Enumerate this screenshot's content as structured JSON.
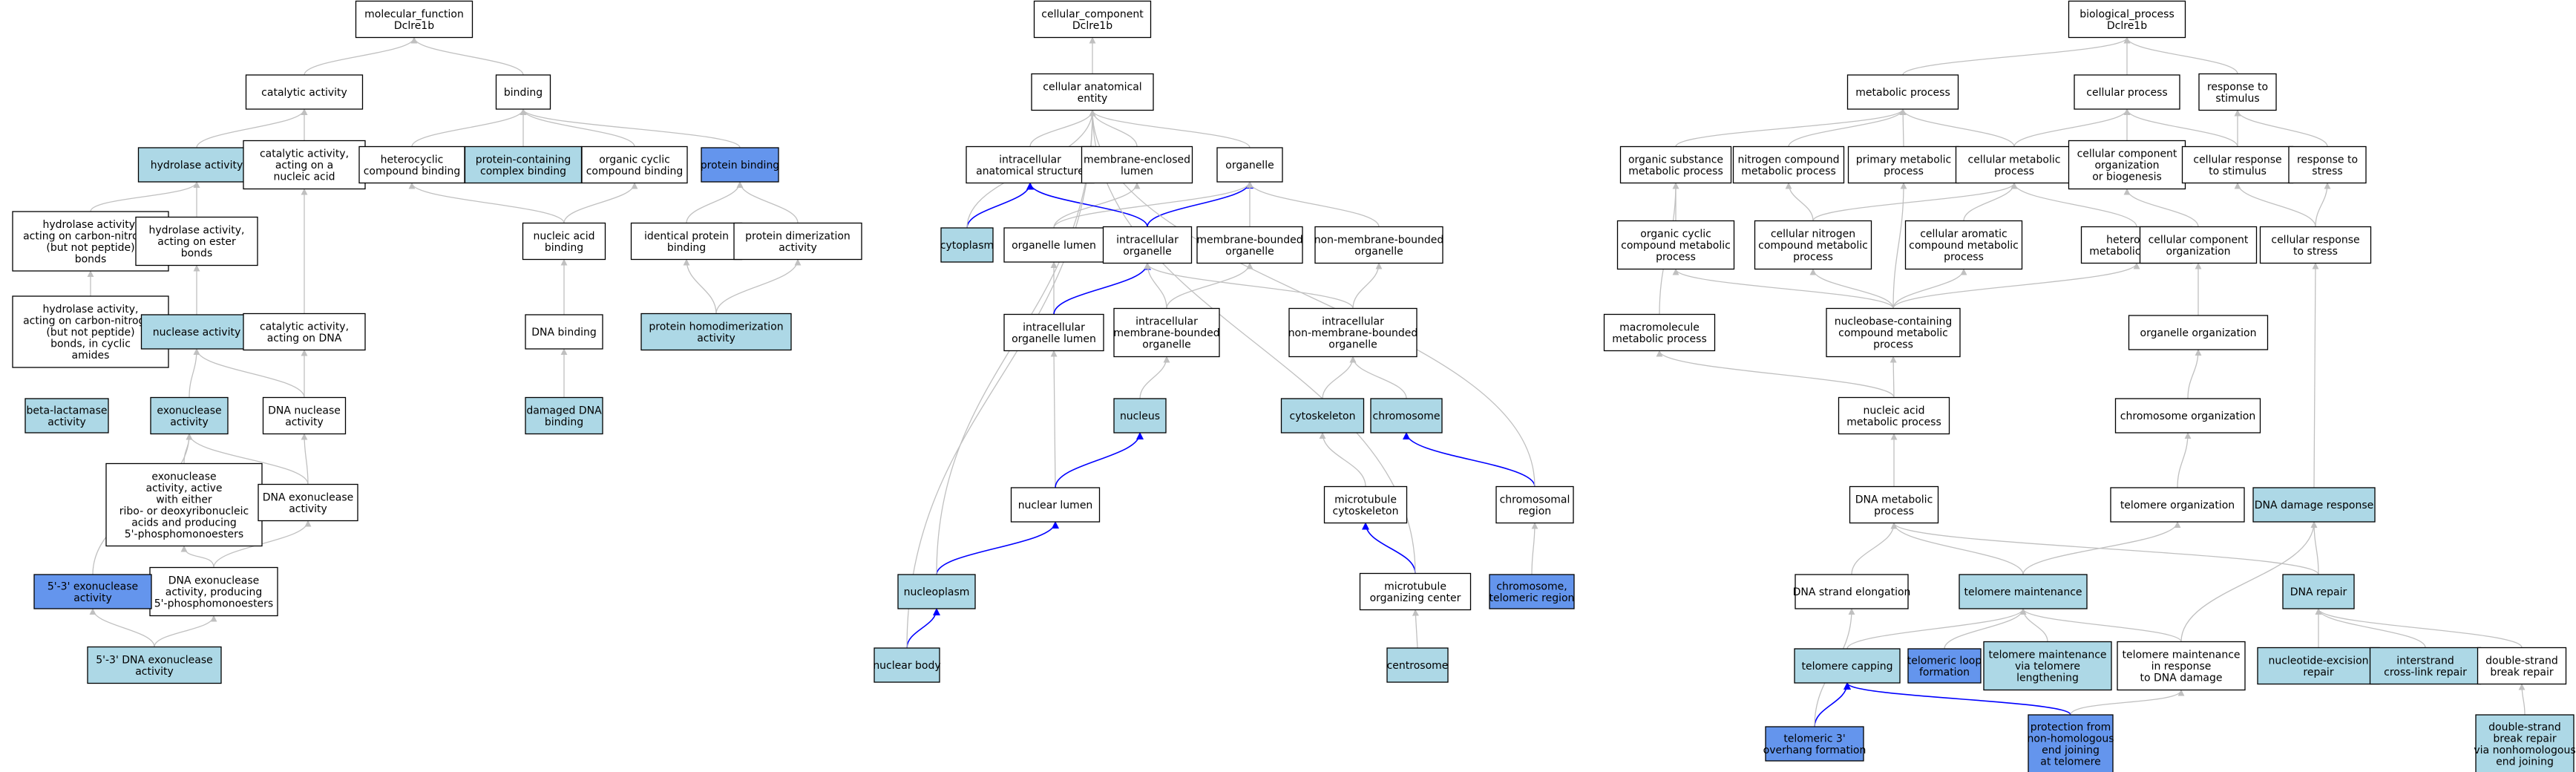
{
  "colors": {
    "plain": "#ffffff",
    "light": "#add8e6",
    "dark": "#6495ed",
    "edge_gray": "#c0c0c0",
    "edge_blue": "#0000ff"
  },
  "nodes": [
    {
      "id": "mf",
      "lines": [
        "molecular_function",
        "Dclre1b"
      ],
      "fill": "plain"
    },
    {
      "id": "cat",
      "lines": [
        "catalytic activity"
      ],
      "fill": "plain"
    },
    {
      "id": "bind",
      "lines": [
        "binding"
      ],
      "fill": "plain"
    },
    {
      "id": "hydro",
      "lines": [
        "hydrolase activity"
      ],
      "fill": "light"
    },
    {
      "id": "catna",
      "lines": [
        "catalytic activity,",
        "acting on a",
        "nucleic acid"
      ],
      "fill": "plain"
    },
    {
      "id": "hetcb",
      "lines": [
        "heterocyclic",
        "compound binding"
      ],
      "fill": "plain"
    },
    {
      "id": "pccb",
      "lines": [
        "protein-containing",
        "complex binding"
      ],
      "fill": "light"
    },
    {
      "id": "occb",
      "lines": [
        "organic cyclic",
        "compound binding"
      ],
      "fill": "plain"
    },
    {
      "id": "pb",
      "lines": [
        "protein binding"
      ],
      "fill": "dark"
    },
    {
      "id": "hcn",
      "lines": [
        "hydrolase activity,",
        "acting on carbon-nitrogen",
        "(but not peptide)",
        "bonds"
      ],
      "fill": "plain"
    },
    {
      "id": "hest",
      "lines": [
        "hydrolase activity,",
        "acting on ester",
        "bonds"
      ],
      "fill": "plain"
    },
    {
      "id": "nab",
      "lines": [
        "nucleic acid",
        "binding"
      ],
      "fill": "plain"
    },
    {
      "id": "ipb",
      "lines": [
        "identical protein",
        "binding"
      ],
      "fill": "plain"
    },
    {
      "id": "pdim",
      "lines": [
        "protein dimerization",
        "activity"
      ],
      "fill": "plain"
    },
    {
      "id": "hcnc",
      "lines": [
        "hydrolase activity,",
        "acting on carbon-nitrogen",
        "(but not peptide)",
        "bonds, in cyclic",
        "amides"
      ],
      "fill": "plain"
    },
    {
      "id": "nuc",
      "lines": [
        "nuclease activity"
      ],
      "fill": "light"
    },
    {
      "id": "catdna",
      "lines": [
        "catalytic activity,",
        "acting on DNA"
      ],
      "fill": "plain"
    },
    {
      "id": "dnab",
      "lines": [
        "DNA binding"
      ],
      "fill": "plain"
    },
    {
      "id": "phd",
      "lines": [
        "protein homodimerization",
        "activity"
      ],
      "fill": "light"
    },
    {
      "id": "blac",
      "lines": [
        "beta-lactamase",
        "activity"
      ],
      "fill": "light"
    },
    {
      "id": "exo",
      "lines": [
        "exonuclease",
        "activity"
      ],
      "fill": "light"
    },
    {
      "id": "dnanuc",
      "lines": [
        "DNA nuclease",
        "activity"
      ],
      "fill": "plain"
    },
    {
      "id": "ddnab",
      "lines": [
        "damaged DNA",
        "binding"
      ],
      "fill": "light"
    },
    {
      "id": "exo2",
      "lines": [
        "exonuclease",
        "activity, active",
        "with either",
        "ribo- or deoxyribonucleic",
        "acids and producing",
        "5'-phosphomonoesters"
      ],
      "fill": "plain"
    },
    {
      "id": "dnaexo",
      "lines": [
        "DNA exonuclease",
        "activity"
      ],
      "fill": "plain"
    },
    {
      "id": "dnaexop",
      "lines": [
        "DNA exonuclease",
        "activity, producing",
        "5'-phosphomonoesters"
      ],
      "fill": "plain"
    },
    {
      "id": "exo53",
      "lines": [
        "5'-3' exonuclease",
        "activity"
      ],
      "fill": "dark"
    },
    {
      "id": "dnaexo53",
      "lines": [
        "5'-3' DNA exonuclease",
        "activity"
      ],
      "fill": "light"
    },
    {
      "id": "cc",
      "lines": [
        "cellular_component",
        "Dclre1b"
      ],
      "fill": "plain"
    },
    {
      "id": "cae",
      "lines": [
        "cellular anatomical",
        "entity"
      ],
      "fill": "plain"
    },
    {
      "id": "ias",
      "lines": [
        "intracellular",
        "anatomical structure"
      ],
      "fill": "plain"
    },
    {
      "id": "mel",
      "lines": [
        "membrane-enclosed",
        "lumen"
      ],
      "fill": "plain"
    },
    {
      "id": "org",
      "lines": [
        "organelle"
      ],
      "fill": "plain"
    },
    {
      "id": "cyto",
      "lines": [
        "cytoplasm"
      ],
      "fill": "light"
    },
    {
      "id": "orgl",
      "lines": [
        "organelle lumen"
      ],
      "fill": "plain"
    },
    {
      "id": "io",
      "lines": [
        "intracellular",
        "organelle"
      ],
      "fill": "plain"
    },
    {
      "id": "mbo",
      "lines": [
        "membrane-bounded",
        "organelle"
      ],
      "fill": "plain"
    },
    {
      "id": "nmbo",
      "lines": [
        "non-membrane-bounded",
        "organelle"
      ],
      "fill": "plain"
    },
    {
      "id": "iol",
      "lines": [
        "intracellular",
        "organelle lumen"
      ],
      "fill": "plain"
    },
    {
      "id": "imbo",
      "lines": [
        "intracellular",
        "membrane-bounded",
        "organelle"
      ],
      "fill": "plain"
    },
    {
      "id": "inmbo",
      "lines": [
        "intracellular",
        "non-membrane-bounded",
        "organelle"
      ],
      "fill": "plain"
    },
    {
      "id": "nucleus",
      "lines": [
        "nucleus"
      ],
      "fill": "light"
    },
    {
      "id": "cytosk",
      "lines": [
        "cytoskeleton"
      ],
      "fill": "light"
    },
    {
      "id": "chrom",
      "lines": [
        "chromosome"
      ],
      "fill": "light"
    },
    {
      "id": "nlumen",
      "lines": [
        "nuclear lumen"
      ],
      "fill": "plain"
    },
    {
      "id": "mtcs",
      "lines": [
        "microtubule",
        "cytoskeleton"
      ],
      "fill": "plain"
    },
    {
      "id": "chrreg",
      "lines": [
        "chromosomal",
        "region"
      ],
      "fill": "plain"
    },
    {
      "id": "nucpl",
      "lines": [
        "nucleoplasm"
      ],
      "fill": "light"
    },
    {
      "id": "mtoc",
      "lines": [
        "microtubule",
        "organizing center"
      ],
      "fill": "plain"
    },
    {
      "id": "ctr",
      "lines": [
        "chromosome,",
        "telomeric region"
      ],
      "fill": "dark"
    },
    {
      "id": "nbody",
      "lines": [
        "nuclear body"
      ],
      "fill": "light"
    },
    {
      "id": "centro",
      "lines": [
        "centrosome"
      ],
      "fill": "light"
    },
    {
      "id": "bp",
      "lines": [
        "biological_process",
        "Dclre1b"
      ],
      "fill": "plain"
    },
    {
      "id": "metp",
      "lines": [
        "metabolic process"
      ],
      "fill": "plain"
    },
    {
      "id": "cellp",
      "lines": [
        "cellular process"
      ],
      "fill": "plain"
    },
    {
      "id": "rstim",
      "lines": [
        "response to",
        "stimulus"
      ],
      "fill": "plain"
    },
    {
      "id": "osmp",
      "lines": [
        "organic substance",
        "metabolic process"
      ],
      "fill": "plain"
    },
    {
      "id": "ncmp",
      "lines": [
        "nitrogen compound",
        "metabolic process"
      ],
      "fill": "plain"
    },
    {
      "id": "pmp",
      "lines": [
        "primary metabolic",
        "process"
      ],
      "fill": "plain"
    },
    {
      "id": "cmp",
      "lines": [
        "cellular metabolic",
        "process"
      ],
      "fill": "plain"
    },
    {
      "id": "ccob",
      "lines": [
        "cellular component",
        "organization",
        "or biogenesis"
      ],
      "fill": "plain"
    },
    {
      "id": "crstim",
      "lines": [
        "cellular response",
        "to stimulus"
      ],
      "fill": "plain"
    },
    {
      "id": "rstress",
      "lines": [
        "response to",
        "stress"
      ],
      "fill": "plain"
    },
    {
      "id": "occmp",
      "lines": [
        "organic cyclic",
        "compound metabolic",
        "process"
      ],
      "fill": "plain"
    },
    {
      "id": "cncmp",
      "lines": [
        "cellular nitrogen",
        "compound metabolic",
        "process"
      ],
      "fill": "plain"
    },
    {
      "id": "cacmp",
      "lines": [
        "cellular aromatic",
        "compound metabolic",
        "process"
      ],
      "fill": "plain"
    },
    {
      "id": "hmp",
      "lines": [
        "heterocycle",
        "metabolic process"
      ],
      "fill": "plain"
    },
    {
      "id": "cco",
      "lines": [
        "cellular component",
        "organization"
      ],
      "fill": "plain"
    },
    {
      "id": "crstress",
      "lines": [
        "cellular response",
        "to stress"
      ],
      "fill": "plain"
    },
    {
      "id": "mmp",
      "lines": [
        "macromolecule",
        "metabolic process"
      ],
      "fill": "plain"
    },
    {
      "id": "nbcmp",
      "lines": [
        "nucleobase-containing",
        "compound metabolic",
        "process"
      ],
      "fill": "plain"
    },
    {
      "id": "orgorg",
      "lines": [
        "organelle organization"
      ],
      "fill": "plain"
    },
    {
      "id": "namp",
      "lines": [
        "nucleic acid",
        "metabolic process"
      ],
      "fill": "plain"
    },
    {
      "id": "chrorg",
      "lines": [
        "chromosome organization"
      ],
      "fill": "plain"
    },
    {
      "id": "dnamp",
      "lines": [
        "DNA metabolic",
        "process"
      ],
      "fill": "plain"
    },
    {
      "id": "telorg",
      "lines": [
        "telomere organization"
      ],
      "fill": "plain"
    },
    {
      "id": "ddr",
      "lines": [
        "DNA damage response"
      ],
      "fill": "light"
    },
    {
      "id": "dnase",
      "lines": [
        "DNA strand elongation"
      ],
      "fill": "plain"
    },
    {
      "id": "telm",
      "lines": [
        "telomere maintenance"
      ],
      "fill": "light"
    },
    {
      "id": "dnarep",
      "lines": [
        "DNA repair"
      ],
      "fill": "light"
    },
    {
      "id": "telcap",
      "lines": [
        "telomere capping"
      ],
      "fill": "light"
    },
    {
      "id": "tloop",
      "lines": [
        "telomeric loop",
        "formation"
      ],
      "fill": "dark"
    },
    {
      "id": "tmtl",
      "lines": [
        "telomere maintenance",
        "via telomere",
        "lengthening"
      ],
      "fill": "light"
    },
    {
      "id": "tmrdd",
      "lines": [
        "telomere maintenance",
        "in response",
        "to DNA damage"
      ],
      "fill": "plain"
    },
    {
      "id": "ner",
      "lines": [
        "nucleotide-excision",
        "repair"
      ],
      "fill": "light"
    },
    {
      "id": "icl",
      "lines": [
        "interstrand",
        "cross-link repair"
      ],
      "fill": "light"
    },
    {
      "id": "dsbr",
      "lines": [
        "double-strand",
        "break repair"
      ],
      "fill": "plain"
    },
    {
      "id": "t3o",
      "lines": [
        "telomeric 3'",
        "overhang formation"
      ],
      "fill": "dark"
    },
    {
      "id": "pnhej",
      "lines": [
        "protection from",
        "non-homologous",
        "end joining",
        "at telomere"
      ],
      "fill": "dark"
    },
    {
      "id": "dsbnhej",
      "lines": [
        "double-strand",
        "break repair",
        "via nonhomologous",
        "end joining"
      ],
      "fill": "light"
    }
  ],
  "edges": [
    [
      "cat",
      "mf",
      "g"
    ],
    [
      "bind",
      "mf",
      "g"
    ],
    [
      "hydro",
      "cat",
      "g"
    ],
    [
      "catna",
      "cat",
      "g"
    ],
    [
      "hetcb",
      "bind",
      "g"
    ],
    [
      "pccb",
      "bind",
      "g"
    ],
    [
      "occb",
      "bind",
      "g"
    ],
    [
      "pb",
      "bind",
      "g"
    ],
    [
      "hcn",
      "hydro",
      "g"
    ],
    [
      "hest",
      "hydro",
      "g"
    ],
    [
      "nab",
      "hetcb",
      "g"
    ],
    [
      "nab",
      "occb",
      "g"
    ],
    [
      "ipb",
      "pb",
      "g"
    ],
    [
      "pdim",
      "pb",
      "g"
    ],
    [
      "hcnc",
      "hcn",
      "g"
    ],
    [
      "nuc",
      "hest",
      "g"
    ],
    [
      "catdna",
      "catna",
      "g"
    ],
    [
      "dnab",
      "nab",
      "g"
    ],
    [
      "phd",
      "ipb",
      "g"
    ],
    [
      "phd",
      "pdim",
      "g"
    ],
    [
      "exo",
      "nuc",
      "g"
    ],
    [
      "dnanuc",
      "nuc",
      "g"
    ],
    [
      "dnanuc",
      "catdna",
      "g"
    ],
    [
      "ddnab",
      "dnab",
      "g"
    ],
    [
      "exo2",
      "exo",
      "g"
    ],
    [
      "dnaexo",
      "exo",
      "g"
    ],
    [
      "dnaexo",
      "dnanuc",
      "g"
    ],
    [
      "dnaexop",
      "exo2",
      "g"
    ],
    [
      "dnaexop",
      "dnaexo",
      "g"
    ],
    [
      "exo53",
      "exo",
      "g"
    ],
    [
      "dnaexo53",
      "exo53",
      "g"
    ],
    [
      "dnaexo53",
      "dnaexop",
      "g"
    ],
    [
      "cae",
      "cc",
      "g"
    ],
    [
      "ias",
      "cae",
      "g"
    ],
    [
      "mel",
      "cae",
      "g"
    ],
    [
      "org",
      "cae",
      "g"
    ],
    [
      "cyto",
      "ias",
      "b"
    ],
    [
      "cyto",
      "cae",
      "g"
    ],
    [
      "orgl",
      "mel",
      "g"
    ],
    [
      "orgl",
      "org",
      "g"
    ],
    [
      "io",
      "ias",
      "b"
    ],
    [
      "io",
      "org",
      "b"
    ],
    [
      "mbo",
      "org",
      "g"
    ],
    [
      "nmbo",
      "org",
      "g"
    ],
    [
      "iol",
      "orgl",
      "g"
    ],
    [
      "iol",
      "io",
      "b"
    ],
    [
      "imbo",
      "io",
      "g"
    ],
    [
      "imbo",
      "mbo",
      "g"
    ],
    [
      "inmbo",
      "io",
      "g"
    ],
    [
      "inmbo",
      "nmbo",
      "g"
    ],
    [
      "nucleus",
      "imbo",
      "g"
    ],
    [
      "cytosk",
      "inmbo",
      "g"
    ],
    [
      "chrom",
      "inmbo",
      "g"
    ],
    [
      "nlumen",
      "iol",
      "g"
    ],
    [
      "nlumen",
      "nucleus",
      "b"
    ],
    [
      "mtcs",
      "cytosk",
      "g"
    ],
    [
      "chrreg",
      "chrom",
      "b"
    ],
    [
      "chrreg",
      "cae",
      "g"
    ],
    [
      "nucpl",
      "nlumen",
      "b"
    ],
    [
      "nucpl",
      "cae",
      "g"
    ],
    [
      "mtoc",
      "mtcs",
      "b"
    ],
    [
      "mtoc",
      "cae",
      "g"
    ],
    [
      "ctr",
      "chrreg",
      "g"
    ],
    [
      "nbody",
      "nucpl",
      "b"
    ],
    [
      "nbody",
      "cae",
      "g"
    ],
    [
      "centro",
      "mtoc",
      "g"
    ],
    [
      "metp",
      "bp",
      "g"
    ],
    [
      "cellp",
      "bp",
      "g"
    ],
    [
      "rstim",
      "bp",
      "g"
    ],
    [
      "osmp",
      "metp",
      "g"
    ],
    [
      "ncmp",
      "metp",
      "g"
    ],
    [
      "pmp",
      "metp",
      "g"
    ],
    [
      "cmp",
      "metp",
      "g"
    ],
    [
      "cmp",
      "cellp",
      "g"
    ],
    [
      "ccob",
      "cellp",
      "g"
    ],
    [
      "crstim",
      "cellp",
      "g"
    ],
    [
      "crstim",
      "rstim",
      "g"
    ],
    [
      "rstress",
      "rstim",
      "g"
    ],
    [
      "occmp",
      "osmp",
      "g"
    ],
    [
      "cncmp",
      "ncmp",
      "g"
    ],
    [
      "cncmp",
      "cmp",
      "g"
    ],
    [
      "cacmp",
      "cmp",
      "g"
    ],
    [
      "hmp",
      "cmp",
      "g"
    ],
    [
      "cco",
      "ccob",
      "g"
    ],
    [
      "crstress",
      "crstim",
      "g"
    ],
    [
      "crstress",
      "rstress",
      "g"
    ],
    [
      "mmp",
      "osmp",
      "g"
    ],
    [
      "nbcmp",
      "occmp",
      "g"
    ],
    [
      "nbcmp",
      "cncmp",
      "g"
    ],
    [
      "nbcmp",
      "cacmp",
      "g"
    ],
    [
      "nbcmp",
      "hmp",
      "g"
    ],
    [
      "nbcmp",
      "pmp",
      "g"
    ],
    [
      "orgorg",
      "cco",
      "g"
    ],
    [
      "namp",
      "nbcmp",
      "g"
    ],
    [
      "namp",
      "mmp",
      "g"
    ],
    [
      "chrorg",
      "orgorg",
      "g"
    ],
    [
      "dnamp",
      "namp",
      "g"
    ],
    [
      "telorg",
      "chrorg",
      "g"
    ],
    [
      "ddr",
      "crstress",
      "g"
    ],
    [
      "dnase",
      "dnamp",
      "g"
    ],
    [
      "telm",
      "dnamp",
      "g"
    ],
    [
      "telm",
      "telorg",
      "g"
    ],
    [
      "dnarep",
      "dnamp",
      "g"
    ],
    [
      "dnarep",
      "ddr",
      "g"
    ],
    [
      "telcap",
      "telm",
      "g"
    ],
    [
      "tloop",
      "telm",
      "g"
    ],
    [
      "tmtl",
      "telm",
      "g"
    ],
    [
      "tmrdd",
      "telm",
      "g"
    ],
    [
      "tmrdd",
      "ddr",
      "g"
    ],
    [
      "ner",
      "dnarep",
      "g"
    ],
    [
      "icl",
      "dnarep",
      "g"
    ],
    [
      "dsbr",
      "dnarep",
      "g"
    ],
    [
      "t3o",
      "telcap",
      "b"
    ],
    [
      "t3o",
      "dnase",
      "g"
    ],
    [
      "pnhej",
      "telcap",
      "b"
    ],
    [
      "pnhej",
      "tmrdd",
      "g"
    ],
    [
      "dsbnhej",
      "dsbr",
      "g"
    ]
  ]
}
